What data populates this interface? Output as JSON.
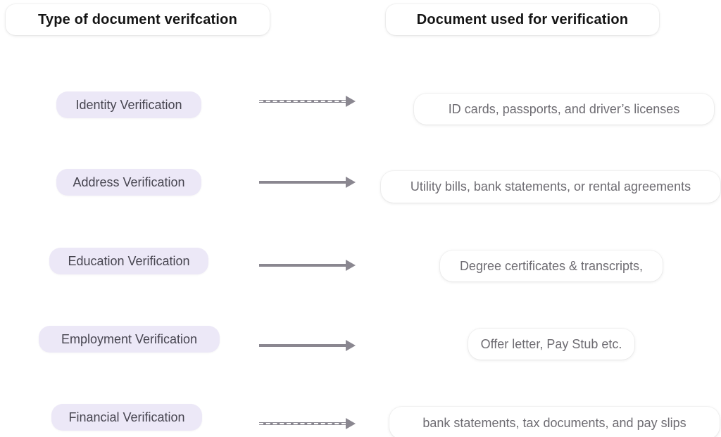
{
  "headers": {
    "left": "Type of document verifcation",
    "right": "Document used for verification"
  },
  "rows": [
    {
      "type": "Identity Verification",
      "documents": "ID cards, passports, and driver’s licenses"
    },
    {
      "type": "Address Verification",
      "documents": "Utility bills, bank statements, or rental agreements"
    },
    {
      "type": "Education Verification",
      "documents": "Degree certificates & transcripts,"
    },
    {
      "type": "Employment Verification",
      "documents": "Offer letter, Pay Stub etc."
    },
    {
      "type": "Financial Verification",
      "documents": "bank statements, tax documents, and pay slips"
    }
  ],
  "colors": {
    "pill_bg": "#ece8f7",
    "box_bg": "#ffffff",
    "arrow": "#8a8790",
    "header_text": "#141414",
    "pill_text": "#474550",
    "doc_text": "#6e6c72"
  }
}
